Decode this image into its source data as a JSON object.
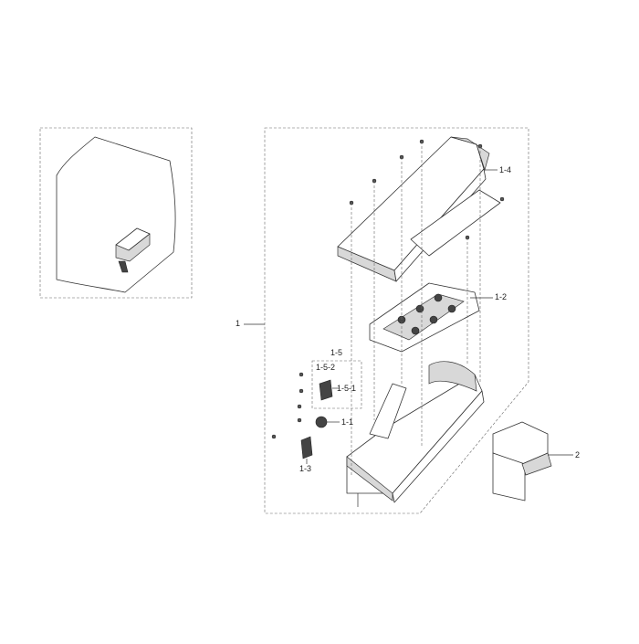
{
  "labels": {
    "l1": "1",
    "l1_1": "1-1",
    "l1_2": "1-2",
    "l1_3": "1-3",
    "l1_4": "1-4",
    "l1_5": "1-5",
    "l1_5_1": "1-5-1",
    "l1_5_2": "1-5-2",
    "l2": "2"
  }
}
